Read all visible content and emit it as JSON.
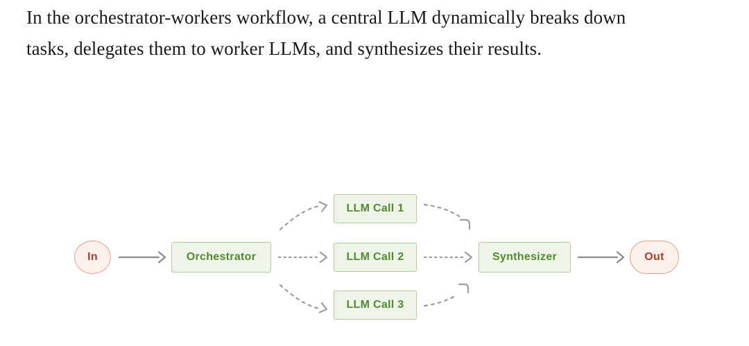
{
  "description": {
    "line1": "In the orchestrator-workers workflow, a central LLM dynamically breaks down",
    "line2": "tasks, delegates them to worker LLMs, and synthesizes their results."
  },
  "diagram": {
    "nodes": {
      "input": {
        "label": "In",
        "shape": "ellipse"
      },
      "orchestrator": {
        "label": "Orchestrator",
        "shape": "rect"
      },
      "llm_call_1": {
        "label": "LLM Call 1",
        "shape": "rect"
      },
      "llm_call_2": {
        "label": "LLM Call 2",
        "shape": "rect"
      },
      "llm_call_3": {
        "label": "LLM Call 3",
        "shape": "rect"
      },
      "synthesizer": {
        "label": "Synthesizer",
        "shape": "rect"
      },
      "output": {
        "label": "Out",
        "shape": "pill"
      }
    },
    "edges": [
      {
        "from": "In",
        "to": "Orchestrator",
        "style": "solid"
      },
      {
        "from": "Orchestrator",
        "to": "LLM Call 1",
        "style": "dashed"
      },
      {
        "from": "Orchestrator",
        "to": "LLM Call 2",
        "style": "dotted"
      },
      {
        "from": "Orchestrator",
        "to": "LLM Call 3",
        "style": "dashed"
      },
      {
        "from": "LLM Call 1",
        "to": "Synthesizer",
        "style": "dashed"
      },
      {
        "from": "LLM Call 2",
        "to": "Synthesizer",
        "style": "dotted"
      },
      {
        "from": "LLM Call 3",
        "to": "Synthesizer",
        "style": "dashed"
      },
      {
        "from": "Synthesizer",
        "to": "Out",
        "style": "solid"
      }
    ],
    "colors": {
      "green_fill": "#eef4e7",
      "green_border": "#b0cd99",
      "green_text": "#538a2f",
      "pink_fill": "#fbf0ec",
      "pink_border": "#dea390",
      "red_text": "#b23b27",
      "solid_arrow": "#8a8a8a",
      "dashed_arrow": "#9d9d9d",
      "heading_text": "#191919",
      "background": "#ffffff"
    }
  }
}
